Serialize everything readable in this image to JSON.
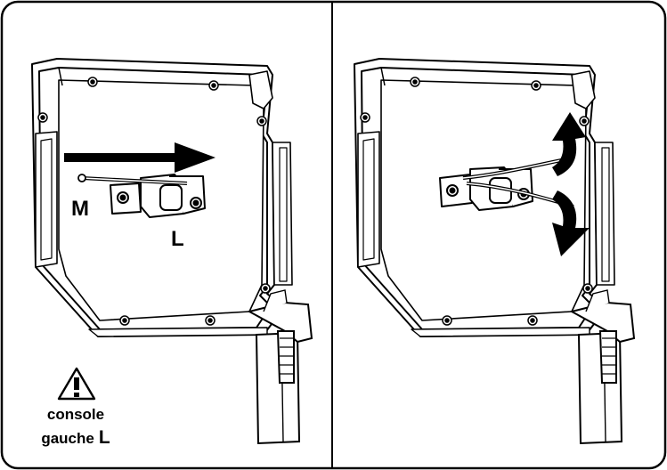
{
  "labels": {
    "m": "M",
    "l": "L"
  },
  "warning": {
    "line1": "console",
    "line2_word": "gauche",
    "line2_letter": "L"
  },
  "colors": {
    "ink": "#000000",
    "paper": "#ffffff"
  },
  "icons": {
    "warning": "warning-triangle-icon",
    "move_arrow": "arrow-right-icon",
    "rotate_up": "curved-arrow-up-icon",
    "rotate_down": "curved-arrow-down-icon"
  }
}
